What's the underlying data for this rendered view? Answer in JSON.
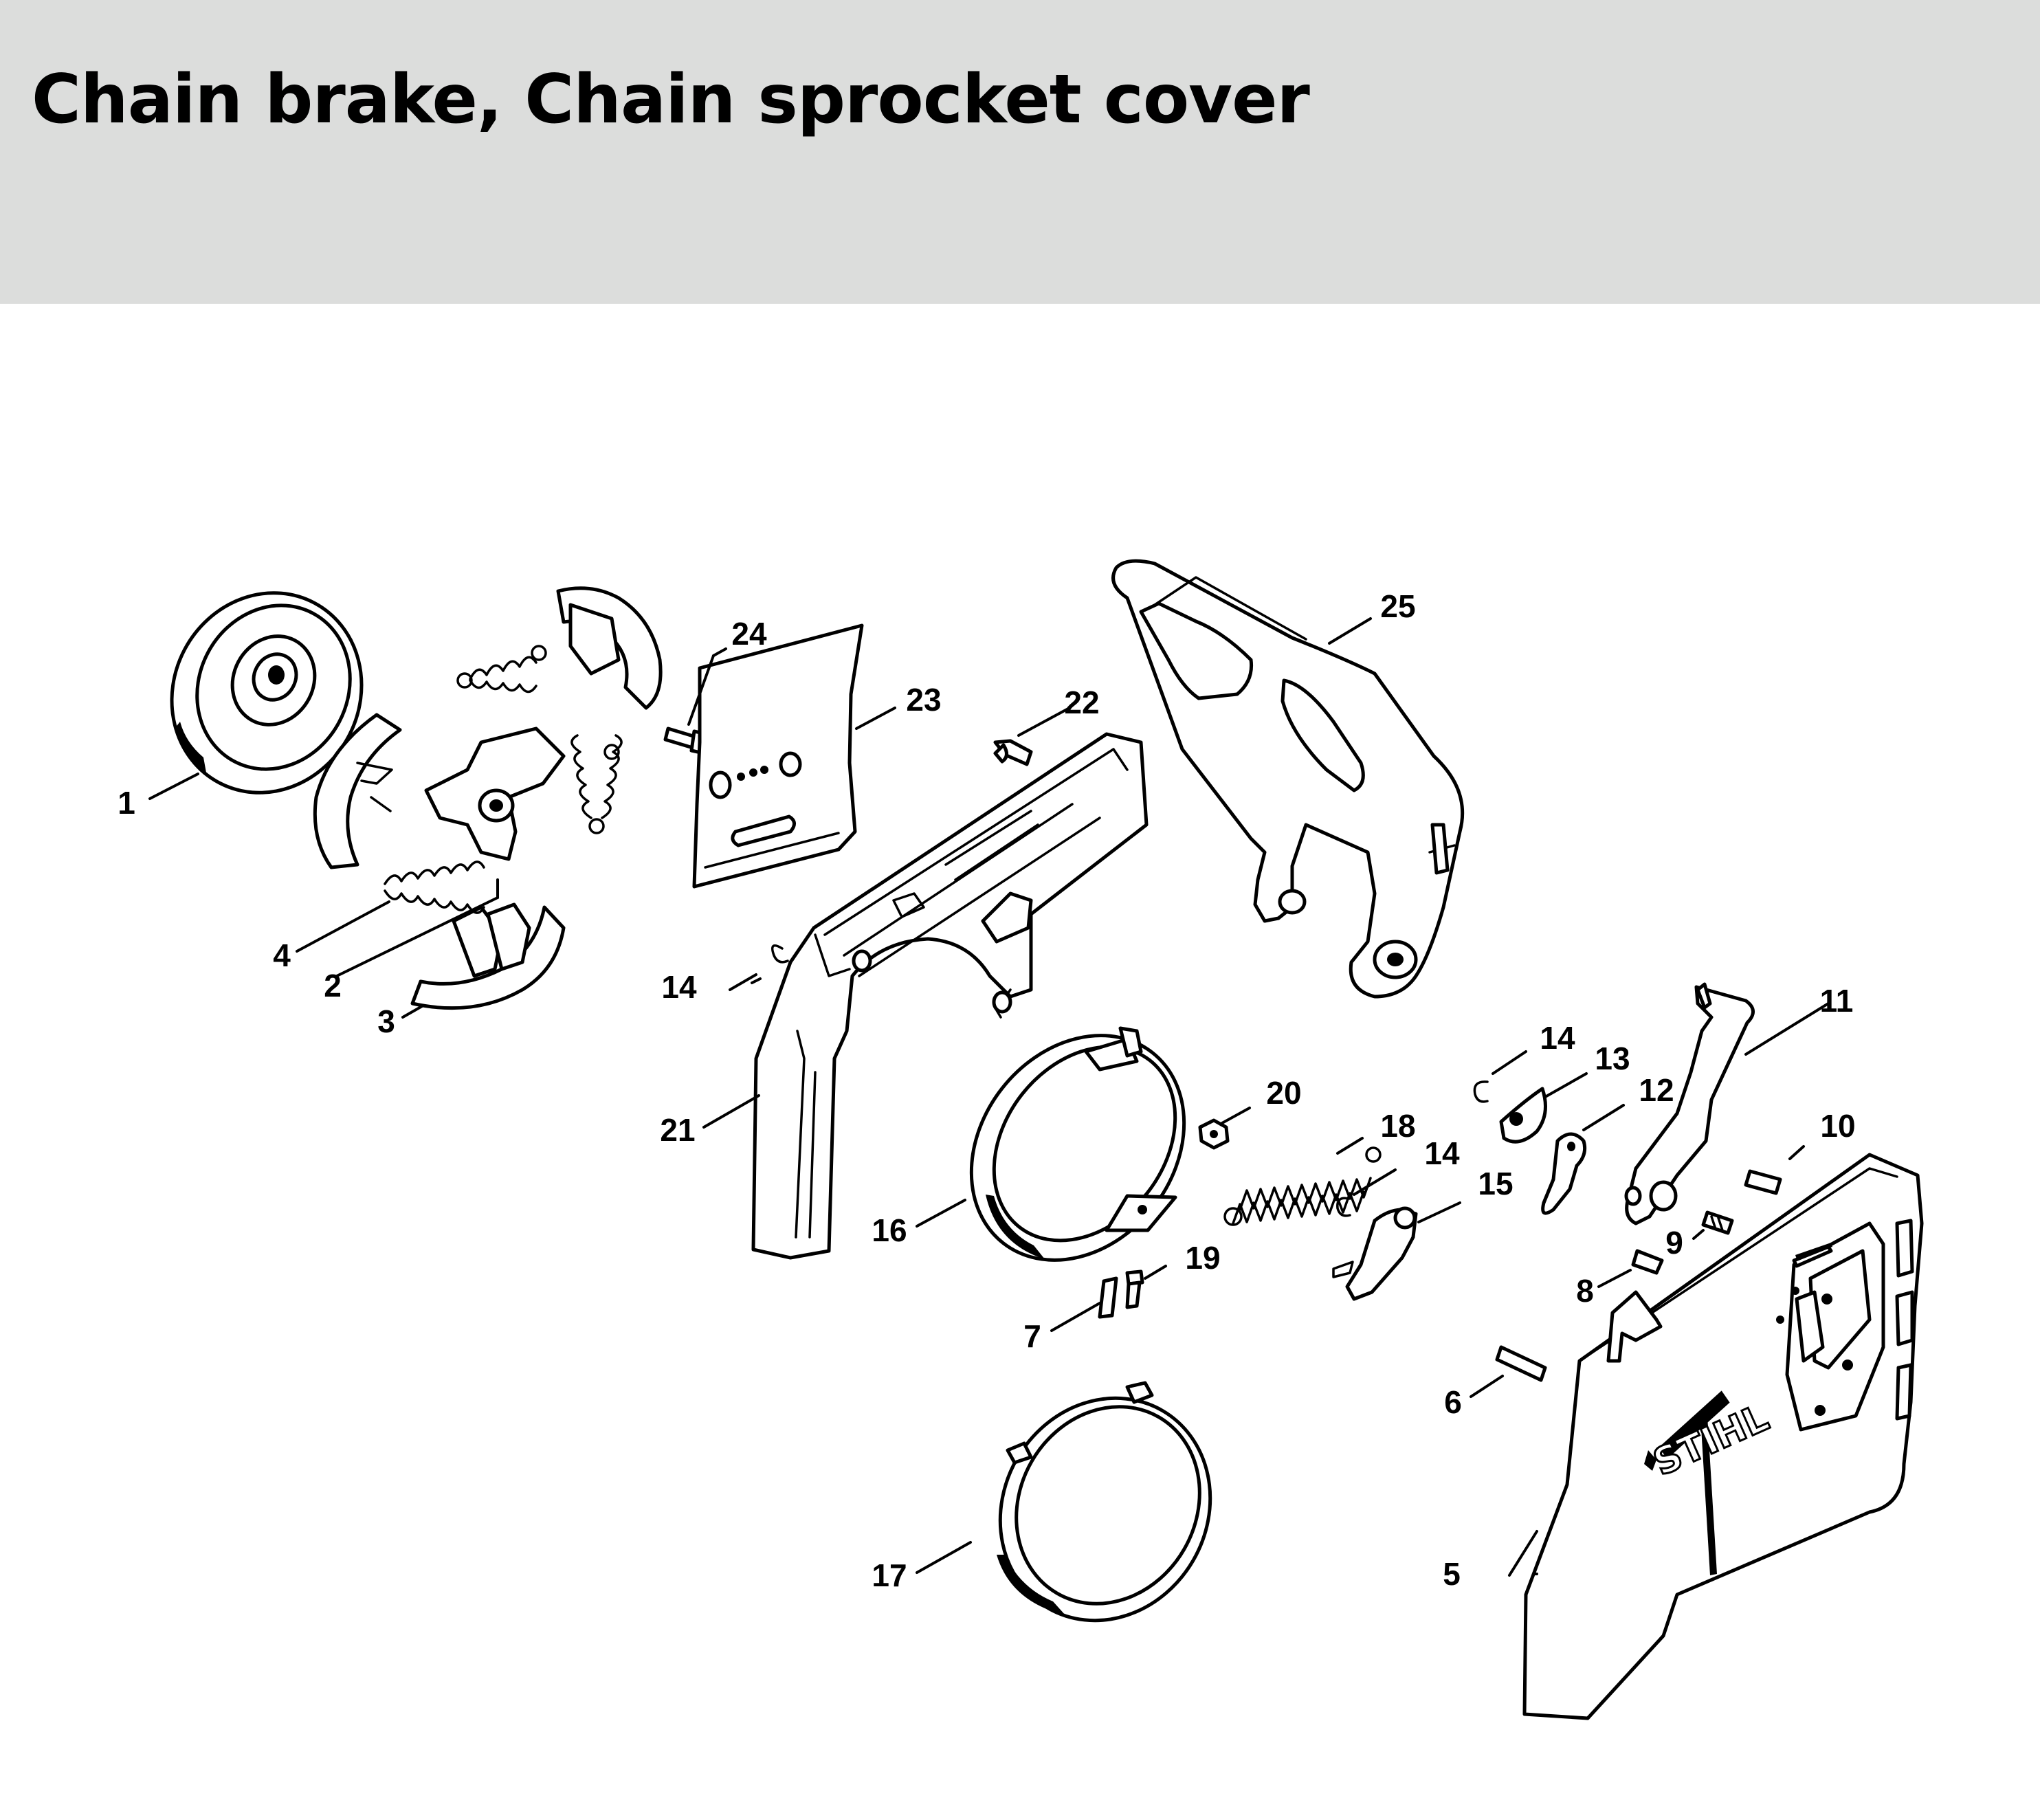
{
  "header": {
    "title": "Chain brake, Chain sprocket cover",
    "background": "#dcdddc"
  },
  "diagram": {
    "callouts": [
      {
        "id": "c1",
        "label": "1"
      },
      {
        "id": "c2",
        "label": "2"
      },
      {
        "id": "c3",
        "label": "3"
      },
      {
        "id": "c4",
        "label": "4"
      },
      {
        "id": "c5",
        "label": "5"
      },
      {
        "id": "c6",
        "label": "6"
      },
      {
        "id": "c7",
        "label": "7"
      },
      {
        "id": "c8",
        "label": "8"
      },
      {
        "id": "c9",
        "label": "9"
      },
      {
        "id": "c10",
        "label": "10"
      },
      {
        "id": "c11",
        "label": "11"
      },
      {
        "id": "c12",
        "label": "12"
      },
      {
        "id": "c13",
        "label": "13"
      },
      {
        "id": "c14a",
        "label": "14"
      },
      {
        "id": "c14b",
        "label": "14"
      },
      {
        "id": "c14c",
        "label": "14"
      },
      {
        "id": "c15",
        "label": "15"
      },
      {
        "id": "c16",
        "label": "16"
      },
      {
        "id": "c17",
        "label": "17"
      },
      {
        "id": "c18",
        "label": "18"
      },
      {
        "id": "c19",
        "label": "19"
      },
      {
        "id": "c20",
        "label": "20"
      },
      {
        "id": "c21",
        "label": "21"
      },
      {
        "id": "c22",
        "label": "22"
      },
      {
        "id": "c23",
        "label": "23"
      },
      {
        "id": "c24",
        "label": "24"
      },
      {
        "id": "c25",
        "label": "25"
      }
    ],
    "logo_text": "STIHL"
  }
}
